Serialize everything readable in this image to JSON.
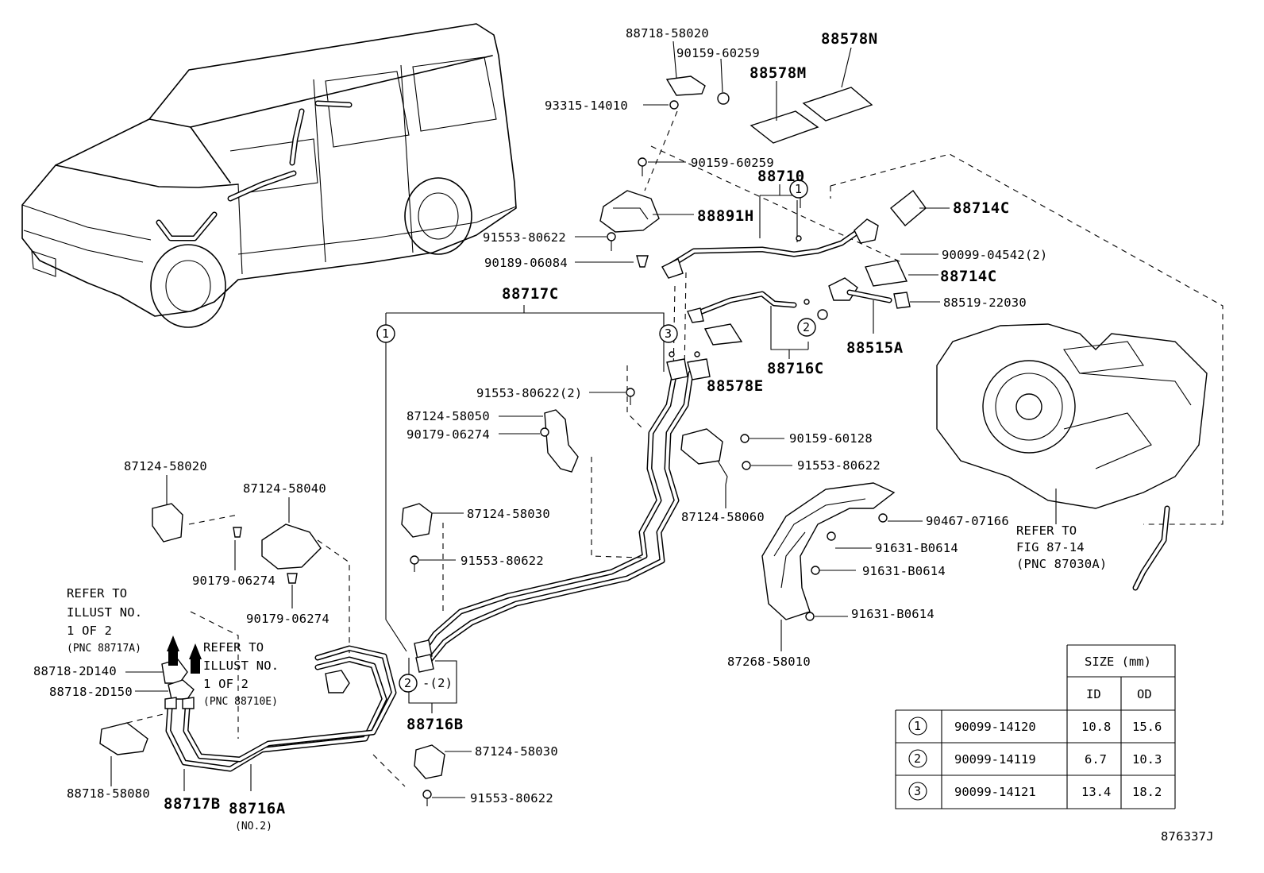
{
  "callouts": {
    "c88718_58020": "88718-58020",
    "c90159_60259a": "90159-60259",
    "c93315_14010": "93315-14010",
    "c88578N": "88578N",
    "c88578M": "88578M",
    "c90159_60259b": "90159-60259",
    "c88710": "88710",
    "c88891H": "88891H",
    "c91553_80622a": "91553-80622",
    "c90189_06084": "90189-06084",
    "c88714C_a": "88714C",
    "c90099_04542": "90099-04542(2)",
    "c88714C_b": "88714C",
    "c88519_22030": "88519-22030",
    "c88515A": "88515A",
    "c88717C": "88717C",
    "c88716C": "88716C",
    "c88578E": "88578E",
    "c91553_80622_2": "91553-80622(2)",
    "c87124_58050": "87124-58050",
    "c90179_06274a": "90179-06274",
    "c90159_60128": "90159-60128",
    "c91553_80622b": "91553-80622",
    "c87124_58060": "87124-58060",
    "c87124_58020": "87124-58020",
    "c87124_58040": "87124-58040",
    "c87124_58030a": "87124-58030",
    "c91553_80622c": "91553-80622",
    "c90179_06274b": "90179-06274",
    "c90179_06274c": "90179-06274",
    "c90467_07166": "90467-07166",
    "c91631_B0614a": "91631-B0614",
    "c91631_B0614b": "91631-B0614",
    "c91631_B0614c": "91631-B0614",
    "c87268_58010": "87268-58010",
    "c88718_2D140": "88718-2D140",
    "c88718_2D150": "88718-2D150",
    "c88716B": "88716B",
    "c87124_58030b": "87124-58030",
    "c91553_80622d": "91553-80622",
    "c88718_58080": "88718-58080",
    "c88717B": "88717B",
    "c88716A": "88716A",
    "c88716A_note": "(NO.2)",
    "c2_qty": "-(2)"
  },
  "circles": {
    "one": "1",
    "two": "2",
    "three": "3"
  },
  "refer_blower": [
    "REFER TO",
    "FIG 87-14",
    "(PNC 87030A)"
  ],
  "refer_88717A": [
    "REFER TO",
    "ILLUST NO.",
    "1 OF 2",
    "(PNC 88717A)"
  ],
  "refer_88710E": [
    "REFER TO",
    "ILLUST NO.",
    "1 OF 2",
    "(PNC 88710E)"
  ],
  "size_table": {
    "header": "SIZE (mm)",
    "col_id": "ID",
    "col_od": "OD",
    "rows": [
      {
        "mark": "1",
        "part": "90099-14120",
        "id": "10.8",
        "od": "15.6"
      },
      {
        "mark": "2",
        "part": "90099-14119",
        "id": "6.7",
        "od": "10.3"
      },
      {
        "mark": "3",
        "part": "90099-14121",
        "id": "13.4",
        "od": "18.2"
      }
    ]
  },
  "figure_number": "876337J"
}
